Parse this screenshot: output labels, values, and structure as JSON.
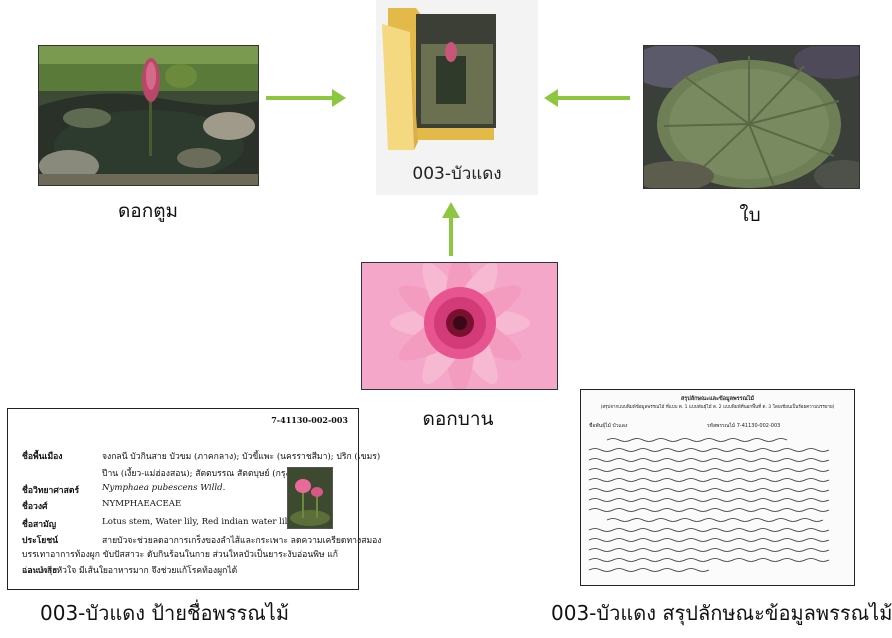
{
  "folder": {
    "caption": "003-บัวแดง"
  },
  "photos": {
    "bud": {
      "caption": "ดอกตูม"
    },
    "leaf": {
      "caption": "ใบ"
    },
    "bloom": {
      "caption": "ดอกบาน"
    }
  },
  "plant_card": {
    "code": "7-41130-002-003",
    "rows": [
      {
        "key": "ชื่อพื้นเมือง",
        "value": "จงกลนี บัวกินสาย บัวขม (ภาคกลาง); บัวขี้แพะ (นครราชสีมา); ปริก (เขมร)",
        "value2": "ปีาน (เงี้ยว-แม่ฮ่องสอน); สัตตบรรณ สัตตบุษย์ (กรุงเทพฯ)"
      },
      {
        "key": "ชื่อวิทยาศาสตร์",
        "value": "Nymphaea pubescens Willd."
      },
      {
        "key": "ชื่อวงศ์",
        "value": "NYMPHAEACEAE"
      },
      {
        "key": "ชื่อสามัญ",
        "value": "Lotus stem, Water lily, Red indian water lily"
      },
      {
        "key": "ประโยชน์",
        "value": "สายบัวจะช่วยลดอาการเกร็งของลำไส้และกระเพาะ ลดความเครียดทางสมอง"
      }
    ],
    "para_line2": "บรรเทาอาการท้องผูก ขับปัสสาวะ ดับกินร้อนในกาย ส่วนใหลบัวเป็นยาระงับอ่อนพิษ แก้อ่อนเพลีย",
    "para_line3": "และบำรุงหัวใจ มีเส้นใยอาหารมาก จึงช่วยแก้โรคท้องผูกได้",
    "caption": "003-บัวแดง  ป้ายชื่อพรรณไม้"
  },
  "summary_sheet": {
    "title": "สรุปลักษณะและข้อมูลพรรณไม้",
    "subtitle": "(สรุปจากแบบพิมพ์ข้อมูลพรรณไม้ ที่แบบ ต. 1 แบบพันธุ์ไม้ ต. 2 แบบพิมพ์ที่นอกพื้นที่ ต. 3 โดยเขียนเป็นร้อยความบรรยาย)",
    "field1": "ชื่อพันธุ์ไม้  บัวแดง",
    "field2": "รหัสพรรณไม้  7-41130-002-003",
    "caption": "003-บัวแดง สรุปลักษณะข้อมูลพรรณไม้"
  },
  "colors": {
    "arrow": "#8dc63f",
    "folder": "#f2d36b"
  }
}
